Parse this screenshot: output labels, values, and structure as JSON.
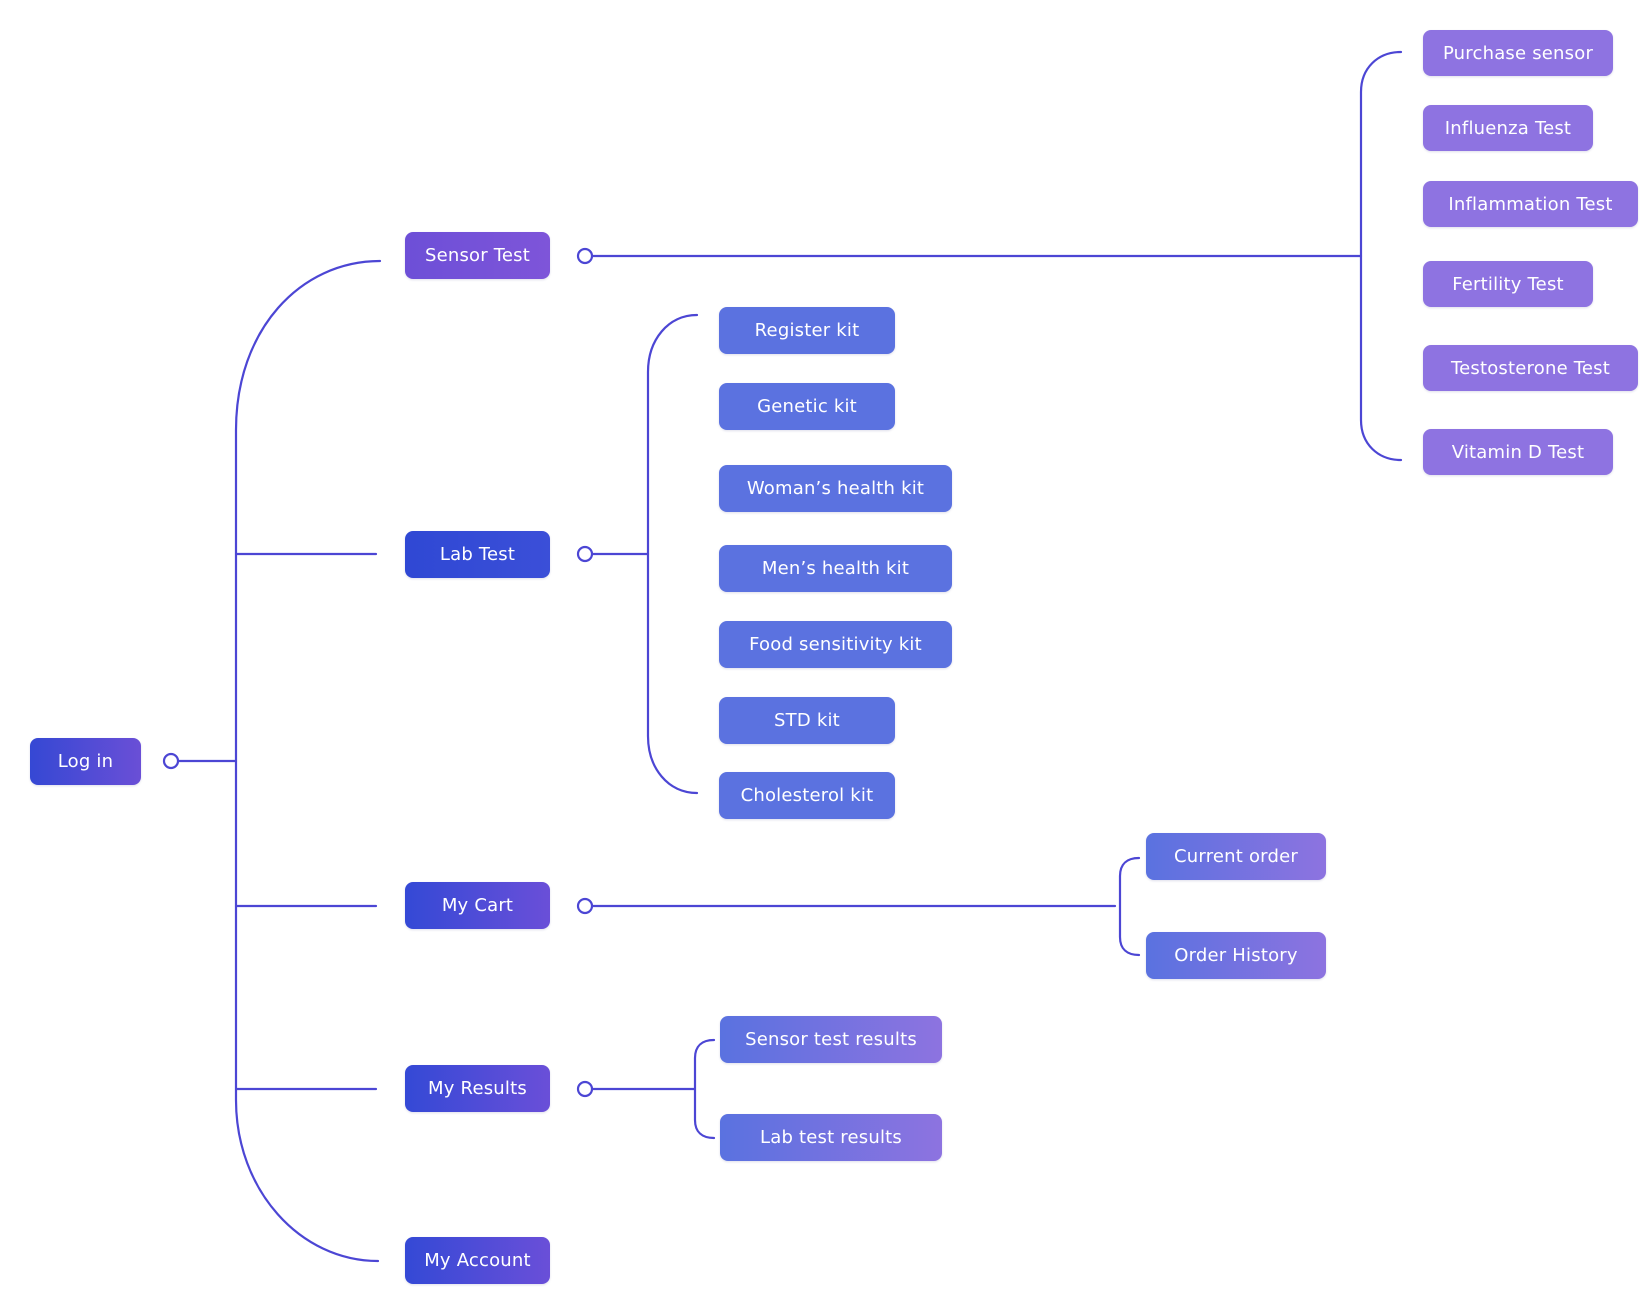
{
  "colors": {
    "line": "#4c46d4",
    "node_blue": "#5b72e0",
    "node_purple": "#8e73e1",
    "node_indigo": "#3548d4"
  },
  "nodes": {
    "log_in": "Log in",
    "sensor_test": "Sensor Test",
    "lab_test": "Lab Test",
    "my_cart": "My Cart",
    "my_results": "My Results",
    "my_account": "My Account",
    "purchase_sensor": "Purchase sensor",
    "influenza_test": "Influenza Test",
    "inflammation_test": "Inflammation Test",
    "fertility_test": "Fertility Test",
    "testosterone_test": "Testosterone Test",
    "vitamin_d_test": "Vitamin D Test",
    "register_kit": "Register kit",
    "genetic_kit": "Genetic kit",
    "womans_health_kit": "Woman’s health kit",
    "mens_health_kit": "Men’s health kit",
    "food_sensitivity_kit": "Food sensitivity kit",
    "std_kit": "STD kit",
    "cholesterol_kit": "Cholesterol kit",
    "current_order": "Current order",
    "order_history": "Order History",
    "sensor_test_results": "Sensor test results",
    "lab_test_results": "Lab test results"
  }
}
